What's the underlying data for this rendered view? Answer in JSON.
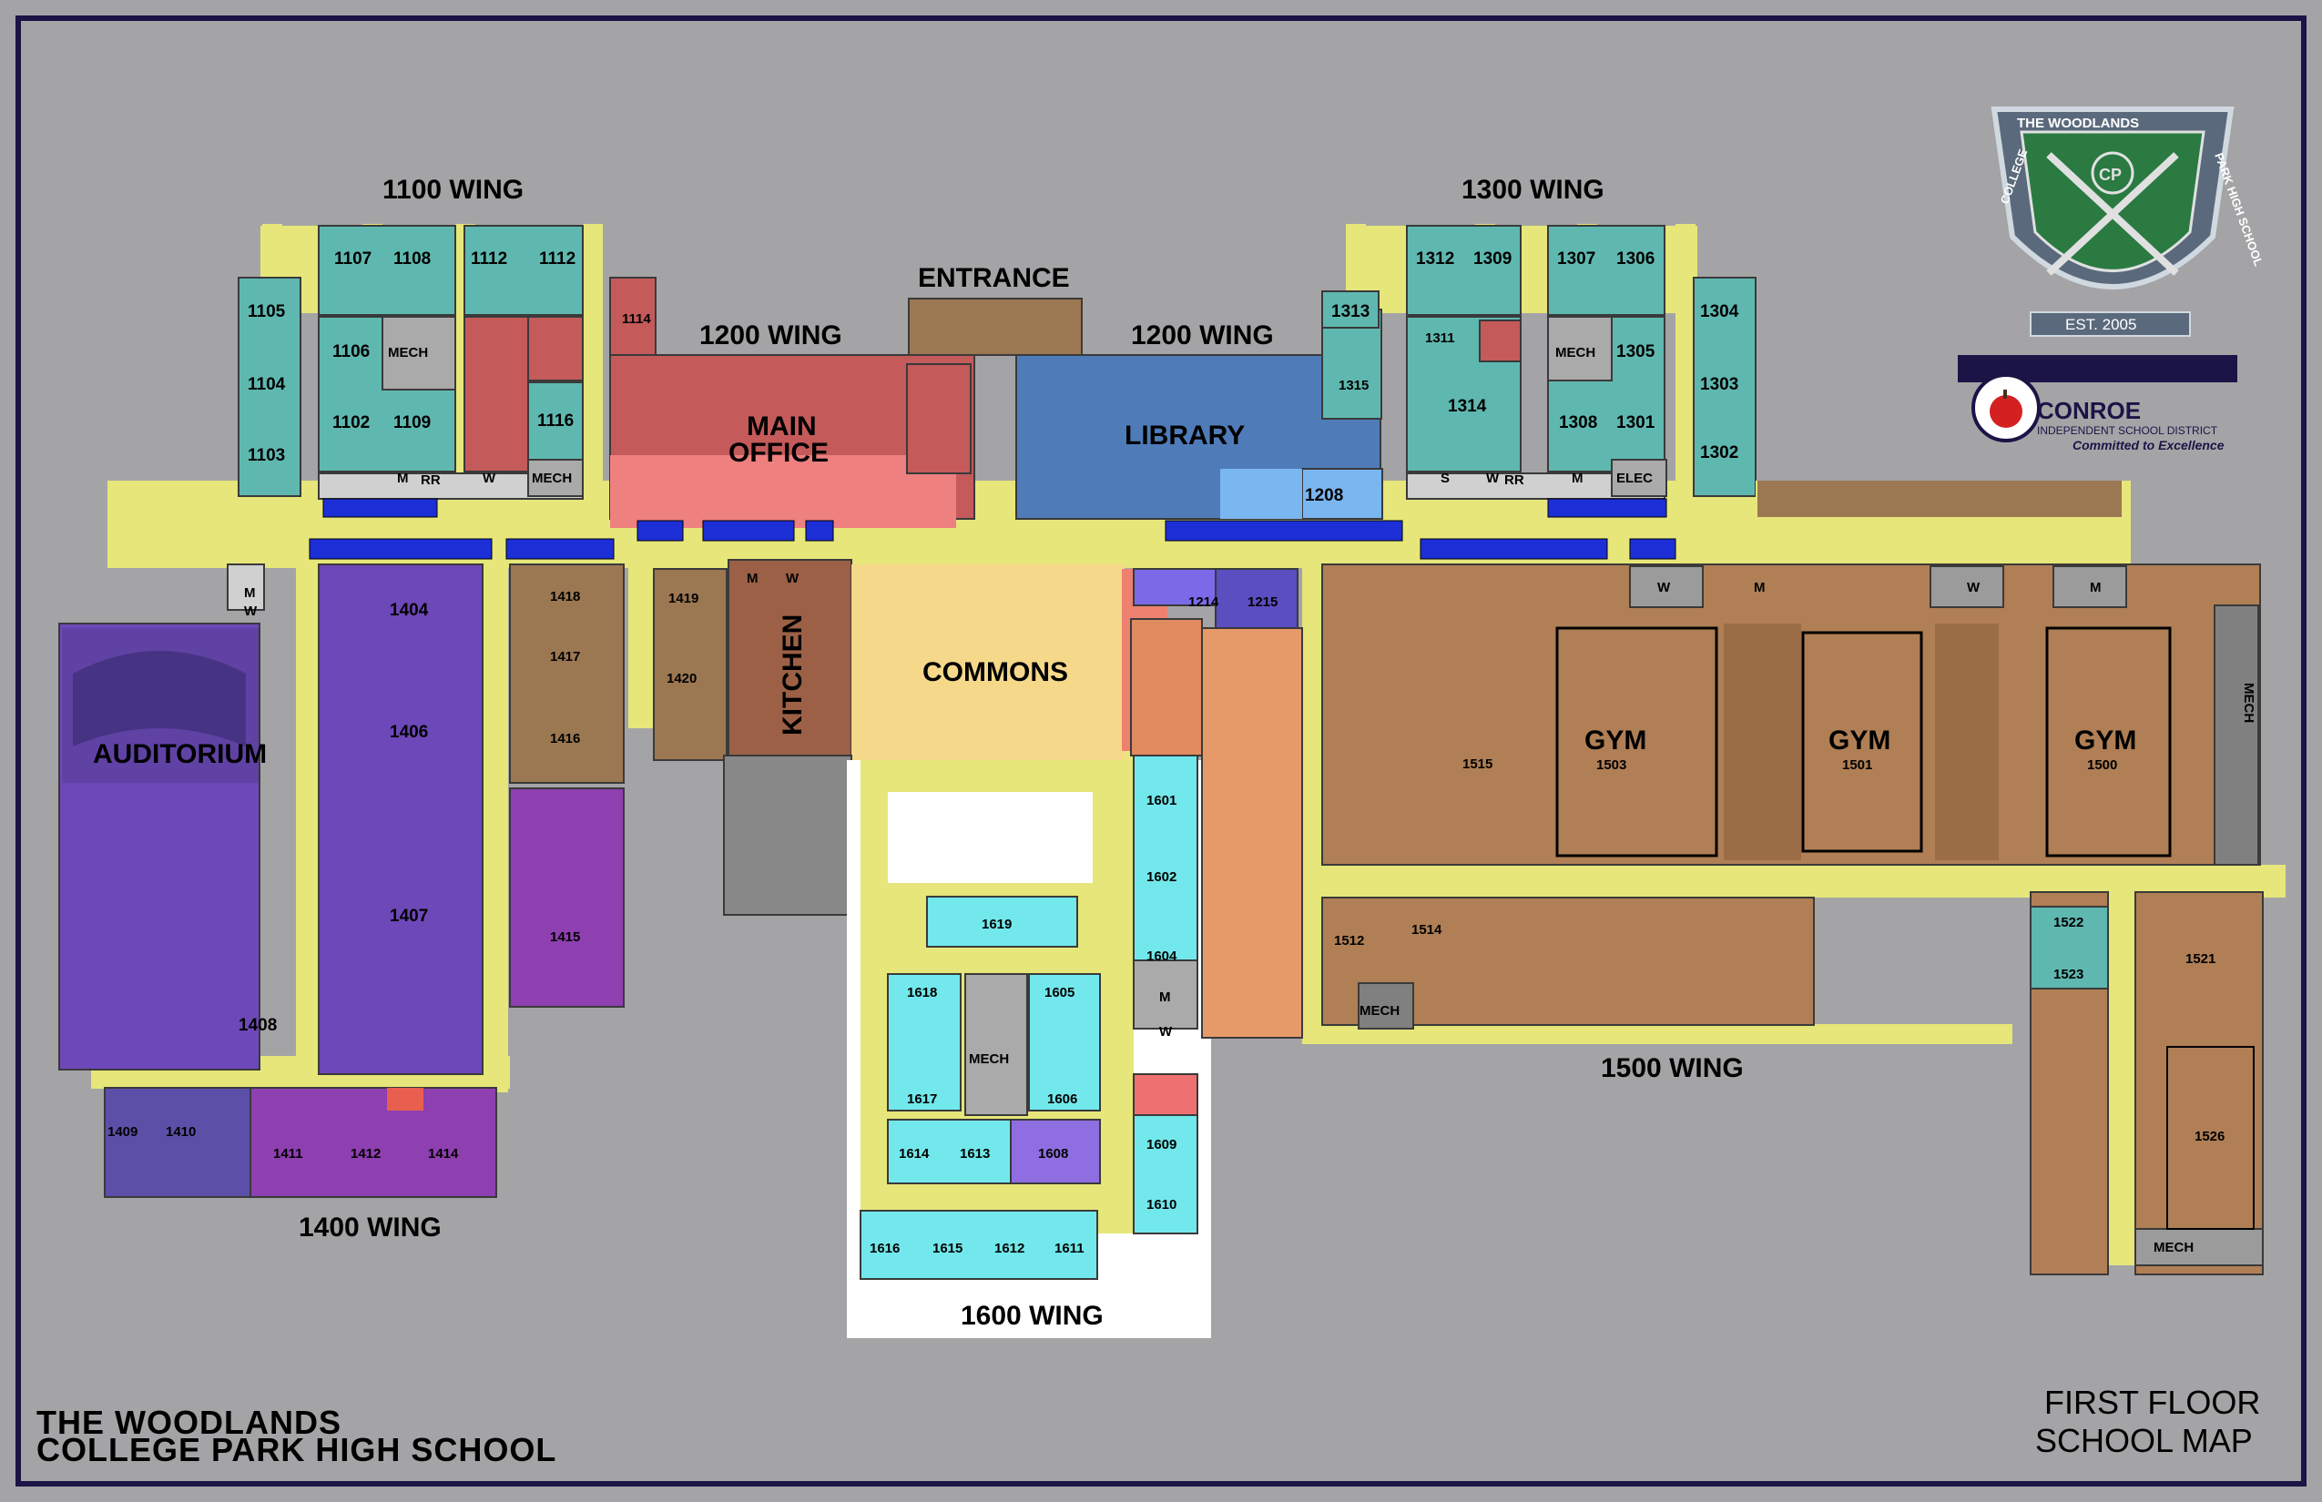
{
  "school": {
    "name_line1": "THE WOODLANDS",
    "name_line2": "COLLEGE PARK HIGH SCHOOL"
  },
  "map_title": {
    "line1": "FIRST FLOOR",
    "line2": "SCHOOL MAP"
  },
  "logo": {
    "crest_top": "THE WOODLANDS",
    "crest_left": "COLLEGE",
    "crest_right": "PARK HIGH SCHOOL",
    "crest_est": "EST. 2005",
    "crest_mono": "CP",
    "district_name": "CONROE",
    "district_sub": "INDEPENDENT SCHOOL DISTRICT",
    "district_motto": "Committed to Excellence",
    "icon": "apple-icon"
  },
  "wings": {
    "w1100": "1100 WING",
    "w1300": "1300 WING",
    "w1200a": "1200 WING",
    "w1200b": "1200 WING",
    "w1400": "1400 WING",
    "w1500": "1500 WING",
    "w1600": "1600 WING",
    "entrance": "ENTRANCE"
  },
  "areas": {
    "main_office_1": "MAIN",
    "main_office_2": "OFFICE",
    "library": "LIBRARY",
    "commons": "COMMONS",
    "kitchen": "KITCHEN",
    "auditorium": "AUDITORIUM",
    "gym": "GYM"
  },
  "rooms": [
    {
      "id": "r1107",
      "label": "1107"
    },
    {
      "id": "r1108",
      "label": "1108"
    },
    {
      "id": "r1112a",
      "label": "1112"
    },
    {
      "id": "r1112b",
      "label": "1112"
    },
    {
      "id": "r1105",
      "label": "1105"
    },
    {
      "id": "r1104",
      "label": "1104"
    },
    {
      "id": "r1103",
      "label": "1103"
    },
    {
      "id": "r1106",
      "label": "1106"
    },
    {
      "id": "r1102",
      "label": "1102"
    },
    {
      "id": "r1109",
      "label": "1109"
    },
    {
      "id": "r1116",
      "label": "1116"
    },
    {
      "id": "r1114",
      "label": "1114"
    },
    {
      "id": "r1312",
      "label": "1312"
    },
    {
      "id": "r1309",
      "label": "1309"
    },
    {
      "id": "r1307",
      "label": "1307"
    },
    {
      "id": "r1306",
      "label": "1306"
    },
    {
      "id": "r1313",
      "label": "1313"
    },
    {
      "id": "r1315",
      "label": "1315"
    },
    {
      "id": "r1311",
      "label": "1311"
    },
    {
      "id": "r1314",
      "label": "1314"
    },
    {
      "id": "r1305",
      "label": "1305"
    },
    {
      "id": "r1308",
      "label": "1308"
    },
    {
      "id": "r1301",
      "label": "1301"
    },
    {
      "id": "r1304",
      "label": "1304"
    },
    {
      "id": "r1303",
      "label": "1303"
    },
    {
      "id": "r1302",
      "label": "1302"
    },
    {
      "id": "r1208",
      "label": "1208"
    },
    {
      "id": "r1214",
      "label": "1214"
    },
    {
      "id": "r1215",
      "label": "1215"
    },
    {
      "id": "r1404",
      "label": "1404"
    },
    {
      "id": "r1406",
      "label": "1406"
    },
    {
      "id": "r1407",
      "label": "1407"
    },
    {
      "id": "r1408",
      "label": "1408"
    },
    {
      "id": "r1418",
      "label": "1418"
    },
    {
      "id": "r1417",
      "label": "1417"
    },
    {
      "id": "r1416",
      "label": "1416"
    },
    {
      "id": "r1415",
      "label": "1415"
    },
    {
      "id": "r1419",
      "label": "1419"
    },
    {
      "id": "r1420",
      "label": "1420"
    },
    {
      "id": "r1409",
      "label": "1409"
    },
    {
      "id": "r1410",
      "label": "1410"
    },
    {
      "id": "r1411",
      "label": "1411"
    },
    {
      "id": "r1412",
      "label": "1412"
    },
    {
      "id": "r1414",
      "label": "1414"
    },
    {
      "id": "r1601",
      "label": "1601"
    },
    {
      "id": "r1602",
      "label": "1602"
    },
    {
      "id": "r1604",
      "label": "1604"
    },
    {
      "id": "r1619",
      "label": "1619"
    },
    {
      "id": "r1618",
      "label": "1618"
    },
    {
      "id": "r1605",
      "label": "1605"
    },
    {
      "id": "r1617",
      "label": "1617"
    },
    {
      "id": "r1606",
      "label": "1606"
    },
    {
      "id": "r1614",
      "label": "1614"
    },
    {
      "id": "r1613",
      "label": "1613"
    },
    {
      "id": "r1608",
      "label": "1608"
    },
    {
      "id": "r1609",
      "label": "1609"
    },
    {
      "id": "r1610",
      "label": "1610"
    },
    {
      "id": "r1616",
      "label": "1616"
    },
    {
      "id": "r1615",
      "label": "1615"
    },
    {
      "id": "r1612",
      "label": "1612"
    },
    {
      "id": "r1611",
      "label": "1611"
    },
    {
      "id": "r1515",
      "label": "1515"
    },
    {
      "id": "r1503",
      "label": "1503"
    },
    {
      "id": "r1501",
      "label": "1501"
    },
    {
      "id": "r1500",
      "label": "1500"
    },
    {
      "id": "r1512",
      "label": "1512"
    },
    {
      "id": "r1514",
      "label": "1514"
    },
    {
      "id": "r1522",
      "label": "1522"
    },
    {
      "id": "r1523",
      "label": "1523"
    },
    {
      "id": "r1521",
      "label": "1521"
    },
    {
      "id": "r1526",
      "label": "1526"
    }
  ],
  "utility": {
    "mech": "MECH",
    "elec": "ELEC",
    "m": "M",
    "w": "W",
    "s": "S",
    "rr": "RR"
  }
}
